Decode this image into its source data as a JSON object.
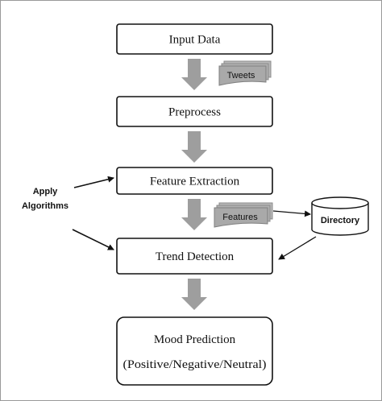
{
  "diagram": {
    "steps": {
      "input": "Input Data",
      "preprocess": "Preprocess",
      "feature_extraction": "Feature Extraction",
      "trend_detection": "Trend Detection",
      "mood_prediction_line1": "Mood Prediction",
      "mood_prediction_line2": "(Positive/Negative/Neutral)"
    },
    "documents": {
      "tweets": "Tweets",
      "features": "Features"
    },
    "side_labels": {
      "apply_line1": "Apply",
      "apply_line2": "Algorithms"
    },
    "storage": {
      "directory": "Directory"
    }
  },
  "colors": {
    "box_border": "#111111",
    "arrow_fill": "#9e9e9e",
    "doc_fill": "#a9a9a9"
  }
}
